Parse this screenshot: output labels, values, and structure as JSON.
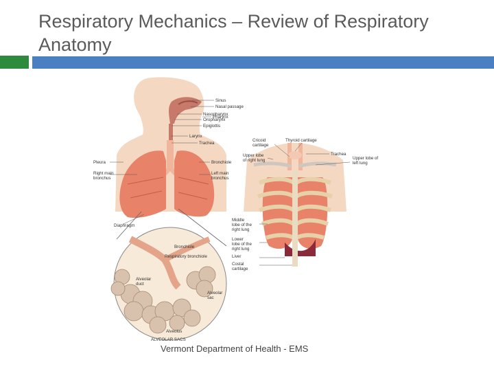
{
  "slide": {
    "title": "Respiratory Mechanics – Review of Respiratory Anatomy",
    "footer": "Vermont Department of Health - EMS"
  },
  "figure": {
    "labels": {
      "sinus": "Sinus",
      "nasal_passage": "Nasal passage",
      "nasopharynx": "Nasopharynx",
      "oropharynx": "Oropharynx",
      "epiglottis": "Epiglottis",
      "pharynx": "Pharynx",
      "larynx": "Larynx",
      "trachea": "Trachea",
      "pleura": "Pleura",
      "bronchiole": "Bronchiole",
      "right_main_1": "Right main",
      "right_main_2": "bronchus",
      "left_main_1": "Left main",
      "left_main_2": "bronchus",
      "diaphragm": "Diaphragm",
      "bronchiole2": "Bronchiole",
      "resp_bronchiole": "Respiratory bronchiole",
      "alveolar_duct_1": "Alveolar",
      "alveolar_duct_2": "duct",
      "alveolar_sac_1": "Alveolar",
      "alveolar_sac_2": "sac",
      "alveolus": "Alveolus",
      "alveolar_sacs": "ALVEOLAR SACS",
      "cricoid_1": "Cricoid",
      "cricoid_2": "cartilage",
      "thyroid": "Thyroid cartilage",
      "trachea2": "Trachea",
      "upper_right_1": "Upper lobe",
      "upper_right_2": "of right lung",
      "upper_left_1": "Upper lobe of",
      "upper_left_2": "left lung",
      "middle_1": "Middle",
      "middle_2": "lobe of the",
      "middle_3": "right lung",
      "lower_1": "Lower",
      "lower_2": "lobe of the",
      "lower_3": "right lung",
      "liver": "Liver",
      "costal_1": "Costal",
      "costal_2": "cartilage"
    }
  }
}
